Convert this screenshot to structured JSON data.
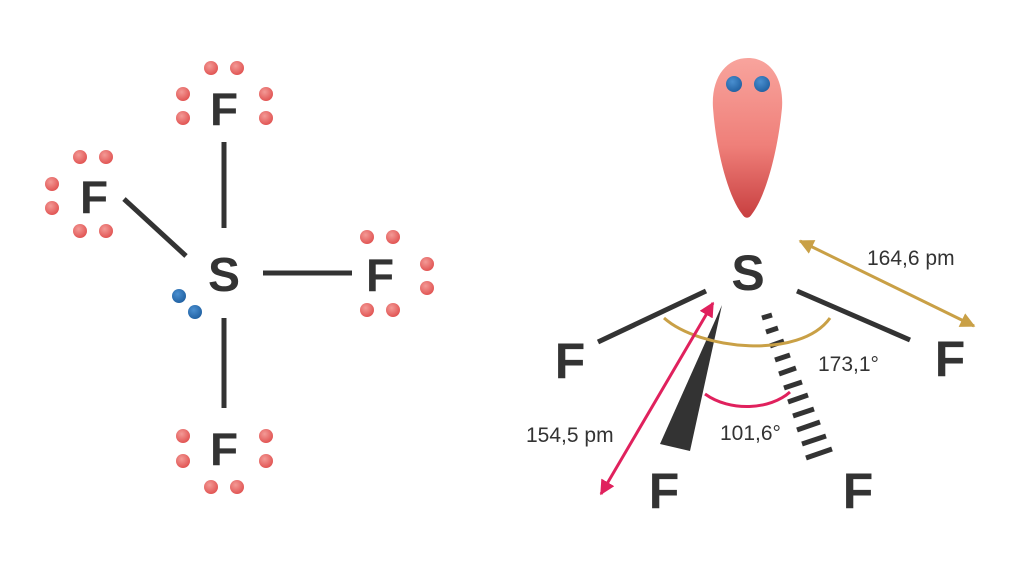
{
  "lewis": {
    "central_atom": "S",
    "ligands": [
      "F",
      "F",
      "F",
      "F"
    ]
  },
  "geometry": {
    "central_atom": "S",
    "ligands": [
      "F",
      "F",
      "F",
      "F"
    ],
    "bond_length_axial": "164,6 pm",
    "bond_length_equatorial": "154,5 pm",
    "angle_axial": "173,1°",
    "angle_equatorial": "101,6°"
  },
  "colors": {
    "lone_pair_dot": "#e56b6b",
    "sulfur_lone_pair": "#2a6fb0",
    "bond": "#333333",
    "axial_annotation": "#c9a046",
    "equatorial_annotation": "#e0215d",
    "lone_pair_lobe": "#f08b85"
  }
}
